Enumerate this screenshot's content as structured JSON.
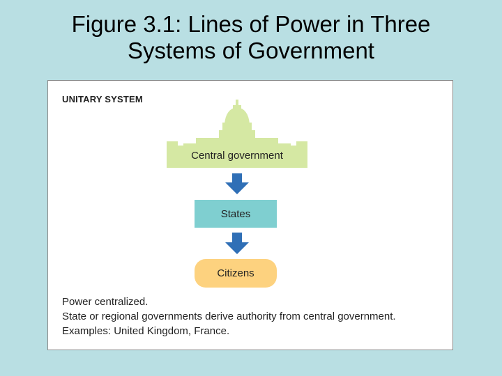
{
  "title": {
    "line1": "Figure 3.1: Lines of Power in Three",
    "line2": "Systems of Government"
  },
  "diagram": {
    "section_heading": "UNITARY SYSTEM",
    "nodes": {
      "central": "Central government",
      "states": "States",
      "citizens": "Citizens"
    },
    "notes": [
      "Power centralized.",
      "State or regional governments derive authority from central government.",
      "Examples: United Kingdom, France."
    ],
    "colors": {
      "background": "#b9dfe3",
      "central_fill": "#d5e8a3",
      "states_fill": "#7fcfd0",
      "citizens_fill": "#fdd27f",
      "arrow": "#2f6fb6"
    },
    "icons": {
      "capitol": "capitol-building-icon",
      "arrow": "down-arrow-icon"
    }
  }
}
